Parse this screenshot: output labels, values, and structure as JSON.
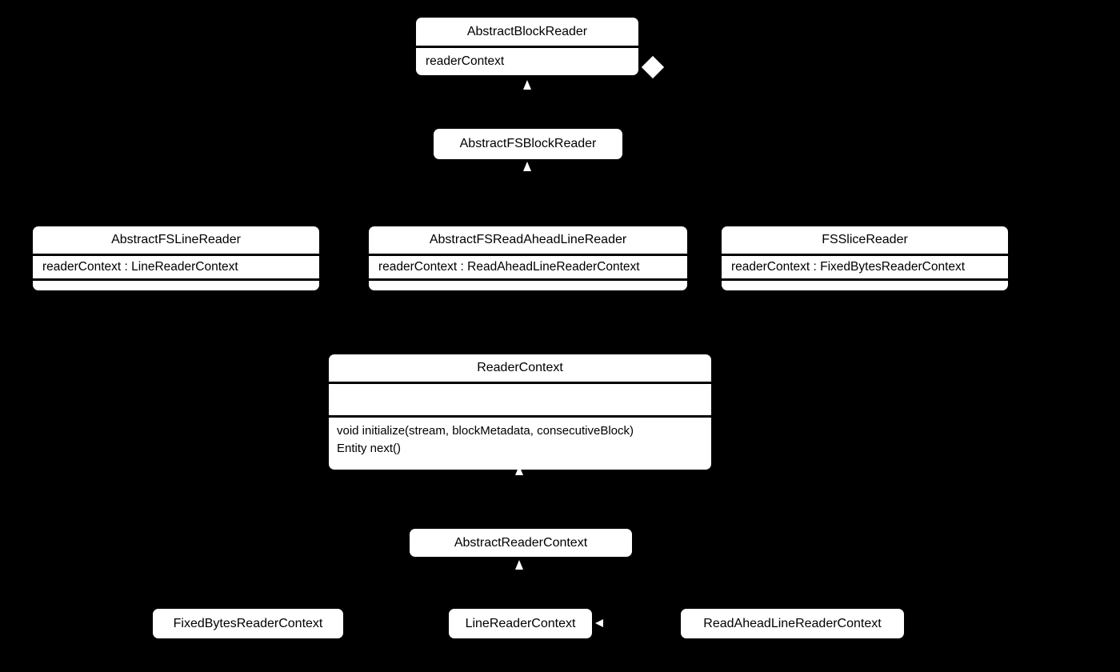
{
  "canvas": {
    "background": "#000000",
    "node_fill": "#ffffff",
    "node_text": "#000000",
    "connector_symbol_color": "#ffffff"
  },
  "diagram_type": "uml-class-diagram",
  "classes": [
    {
      "name": "AbstractBlockReader",
      "attributes": [
        "readerContext"
      ],
      "methods": []
    },
    {
      "name": "AbstractFSBlockReader",
      "attributes": [],
      "methods": []
    },
    {
      "name": "AbstractFSLineReader",
      "attributes": [
        "readerContext : LineReaderContext"
      ],
      "methods": []
    },
    {
      "name": "AbstractFSReadAheadLineReader",
      "attributes": [
        "readerContext : ReadAheadLineReaderContext"
      ],
      "methods": []
    },
    {
      "name": "FSSliceReader",
      "attributes": [
        "readerContext : FixedBytesReaderContext"
      ],
      "methods": []
    },
    {
      "name": "ReaderContext",
      "attributes": [],
      "methods": [
        "void initialize(stream, blockMetadata, consecutiveBlock)",
        "Entity next()"
      ]
    },
    {
      "name": "AbstractReaderContext",
      "attributes": [],
      "methods": []
    },
    {
      "name": "FixedBytesReaderContext",
      "attributes": [],
      "methods": []
    },
    {
      "name": "LineReaderContext",
      "attributes": [],
      "methods": []
    },
    {
      "name": "ReadAheadLineReaderContext",
      "attributes": [],
      "methods": []
    }
  ],
  "symbols": [
    {
      "icon": "aggregation-diamond-icon",
      "shape": "filled-diamond",
      "attached_to": "AbstractBlockReader",
      "side": "right"
    },
    {
      "icon": "generalization-arrowhead-icon",
      "points_to": "AbstractBlockReader",
      "direction": "up"
    },
    {
      "icon": "generalization-arrowhead-icon",
      "points_to": "AbstractFSBlockReader",
      "direction": "up"
    },
    {
      "icon": "generalization-arrowhead-icon",
      "points_to": "ReaderContext",
      "direction": "up"
    },
    {
      "icon": "generalization-arrowhead-icon",
      "points_to": "AbstractReaderContext",
      "direction": "up"
    },
    {
      "icon": "generalization-arrowhead-icon",
      "points_to": "LineReaderContext",
      "direction": "left"
    }
  ]
}
